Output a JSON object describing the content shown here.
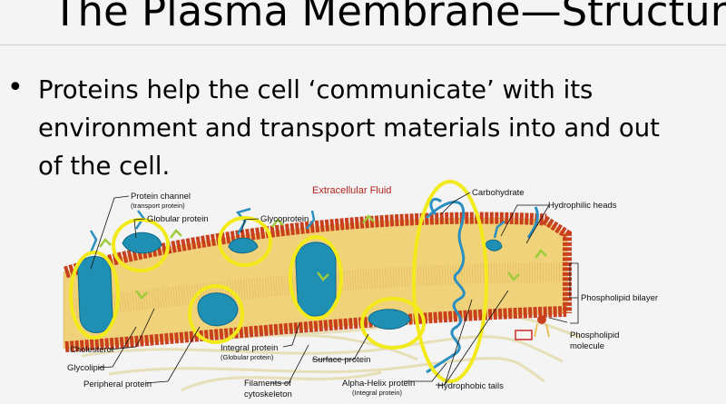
{
  "slide": {
    "title": "The Plasma Membrane—Structure",
    "bullet_symbol": "•",
    "bullet_lines": [
      "Proteins help the cell ‘communicate’ with its",
      "environment and transport materials into and out",
      "of the cell."
    ]
  },
  "diagram": {
    "region_label": "Extracellular Fluid",
    "labels": {
      "protein_channel": "Protein channel",
      "protein_channel_sub": "(transport protein)",
      "globular_protein": "Globular protein",
      "glycoprotein": "Glycoprotein",
      "carbohydrate": "Carbohydrate",
      "hydrophilic_heads": "Hydrophilic heads",
      "phospholipid_bilayer": "Phospholipid bilayer",
      "phospholipid_molecule_1": "Phospholipid",
      "phospholipid_molecule_2": "molecule",
      "cholesterol": "Cholesterol",
      "glycolipid": "Glycolipid",
      "peripheral_protein": "Peripheral protein",
      "integral_protein": "Integral protein",
      "integral_protein_sub": "(Globular protein)",
      "filaments_1": "Filaments of",
      "filaments_2": "cytoskeleton",
      "surface_protein": "Surface protein",
      "alpha_helix": "Alpha-Helix protein",
      "alpha_helix_sub": "(Integral protein)",
      "hydrophobic_tails": "Hydrophobic tails"
    },
    "colors": {
      "head": "#cc3a1a",
      "tail": "#e8c05a",
      "protein": "#1f8fb3",
      "glyco": "#2b8fc0",
      "green": "#9ccc3a",
      "highlight": "#f2ea1b",
      "filament": "#e9e3c0"
    }
  }
}
